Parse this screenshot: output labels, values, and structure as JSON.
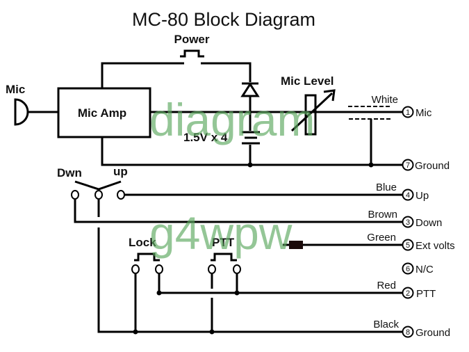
{
  "title": "MC-80 Block Diagram",
  "labels": {
    "mic": "Mic",
    "mic_amp": "Mic Amp",
    "power": "Power",
    "battery": "1.5V x 4",
    "mic_level": "Mic Level",
    "dwn": "Dwn",
    "up": "up",
    "lock": "Lock",
    "ptt": "PTT"
  },
  "watermarks": [
    "diagram",
    "g4wpw"
  ],
  "pins": [
    {
      "number": "1",
      "function": "Mic",
      "wire_color": "White"
    },
    {
      "number": "7",
      "function": "Ground",
      "wire_color": ""
    },
    {
      "number": "4",
      "function": "Up",
      "wire_color": "Blue"
    },
    {
      "number": "3",
      "function": "Down",
      "wire_color": "Brown"
    },
    {
      "number": "5",
      "function": "Ext volts",
      "wire_color": "Green"
    },
    {
      "number": "6",
      "function": "N/C",
      "wire_color": ""
    },
    {
      "number": "2",
      "function": "PTT",
      "wire_color": "Red"
    },
    {
      "number": "8",
      "function": "Ground",
      "wire_color": "Black"
    }
  ],
  "colors": {
    "line": "#000000",
    "watermark": "#5aa85e"
  }
}
